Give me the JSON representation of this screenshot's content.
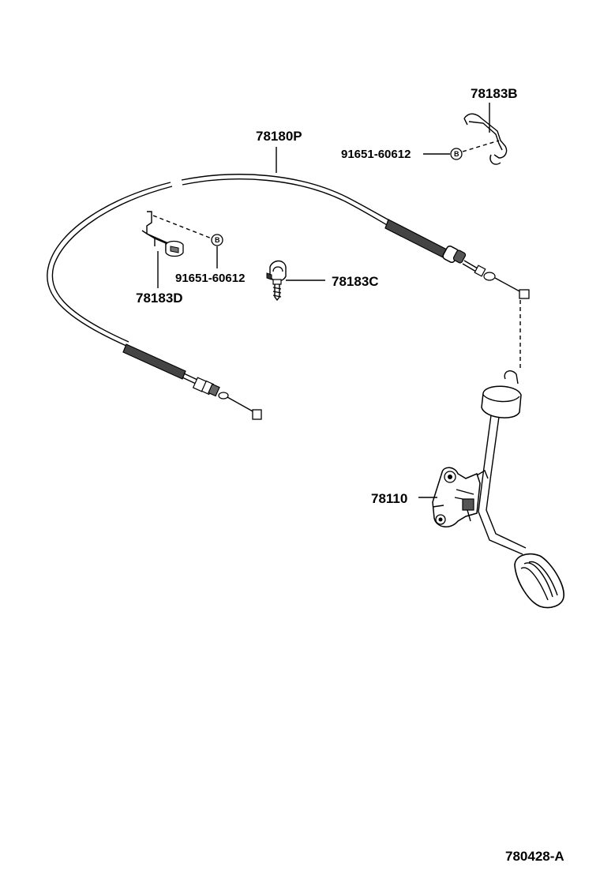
{
  "diagram": {
    "labels": {
      "cable": "78180P",
      "bracket_b": "78183B",
      "bolt_right": "91651-60612",
      "bracket_d": "78183D",
      "bolt_left": "91651-60612",
      "clamp_c": "78183C",
      "pedal": "78110",
      "drawing_code": "780428-A"
    },
    "markers": {
      "bolt_marker_right": "B",
      "bolt_marker_left": "B"
    },
    "colors": {
      "line": "#000000",
      "background": "#ffffff"
    }
  }
}
